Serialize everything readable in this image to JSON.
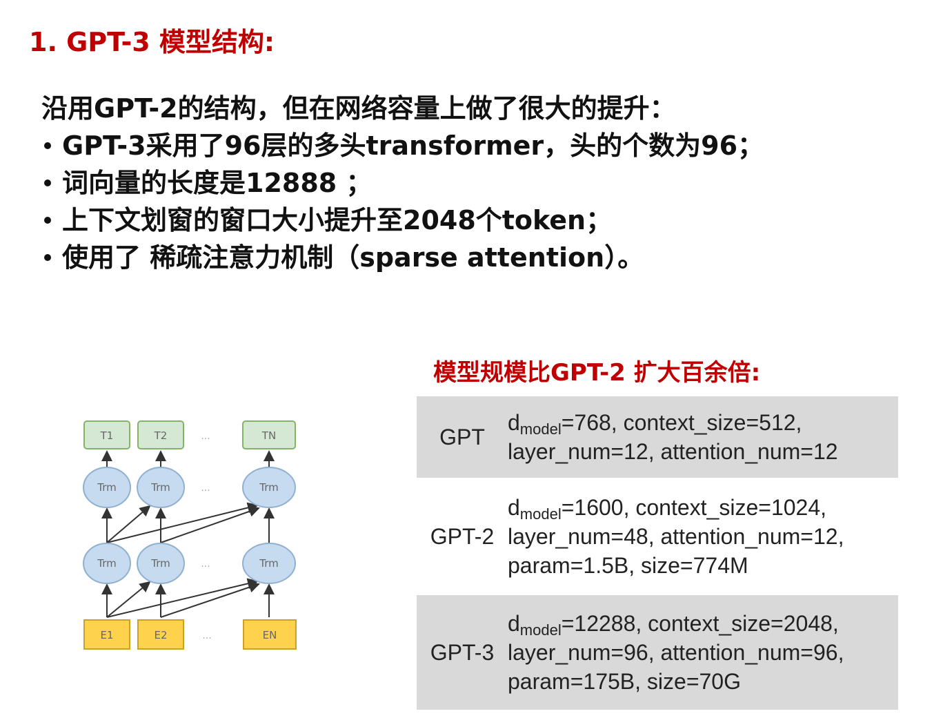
{
  "heading": "1. GPT-3 模型结构:",
  "intro": "沿用GPT-2的结构，但在网络容量上做了很大的提升：",
  "bullets": [
    "GPT-3采用了96层的多头transformer，头的个数为96；",
    "词向量的长度是12888 ；",
    "上下文划窗的窗口大小提升至2048个token；",
    "使用了 稀疏注意力机制（sparse attention）。"
  ],
  "comparison_title": "模型规模比GPT-2 扩大百余倍:",
  "diagram": {
    "outputs": [
      "T1",
      "T2",
      "TN"
    ],
    "trm_label": "Trm",
    "embeddings": [
      "E1",
      "E2",
      "EN"
    ],
    "ellipsis": "...",
    "colors": {
      "output_fill": "#d5e8d4",
      "output_stroke": "#82b366",
      "trm_fill": "#c6dbef",
      "trm_stroke": "#8fb0d0",
      "emb_fill": "#ffd24d",
      "emb_stroke": "#c9a227"
    }
  },
  "models": [
    {
      "name": "GPT",
      "d_prefix": "d",
      "d_sub": "model",
      "line1": "=768, context_size=512,",
      "line2": "layer_num=12, attention_num=12",
      "line3": ""
    },
    {
      "name": "GPT-2",
      "d_prefix": "d",
      "d_sub": "model",
      "line1": "=1600, context_size=1024,",
      "line2": "layer_num=48, attention_num=12,",
      "line3": "param=1.5B, size=774M"
    },
    {
      "name": "GPT-3",
      "d_prefix": "d",
      "d_sub": "model",
      "line1": "=12288, context_size=2048,",
      "line2": "layer_num=96, attention_num=96,",
      "line3": "param=175B, size=70G"
    }
  ],
  "colors": {
    "accent": "#c00000",
    "row_shade": "#d9d9d9"
  }
}
